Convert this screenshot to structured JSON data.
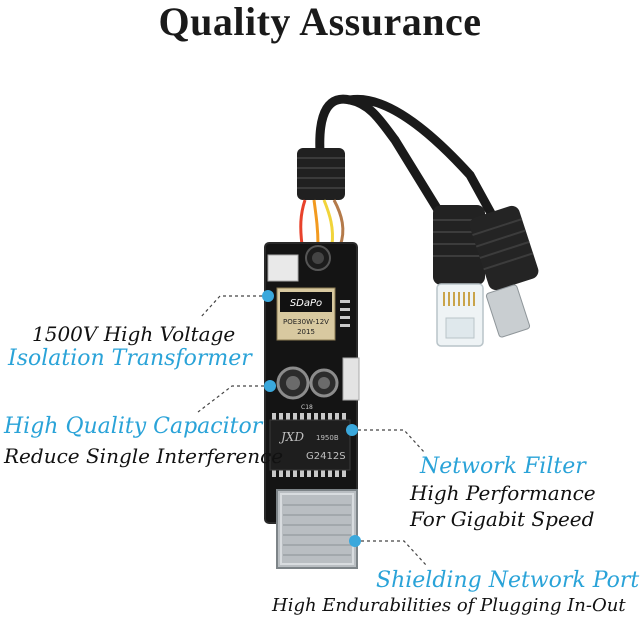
{
  "title": "Quality Assurance",
  "colors": {
    "accent": "#2aa3d8",
    "dot": "#3aa8dc"
  },
  "callouts": {
    "transformer": {
      "line1": "1500V High Voltage",
      "line2": "Isolation Transformer"
    },
    "capacitor": {
      "line1": "High Quality Capacitor",
      "line2": "Reduce Single Interference"
    },
    "filter": {
      "line1": "Network Filter",
      "line2": "High Performance",
      "line3": "For Gigabit Speed"
    },
    "port": {
      "line1": "Shielding Network Port",
      "line2": "High Endurabilities of Plugging In-Out"
    }
  },
  "board_text": {
    "brand": "SDaPo",
    "transformer_model": "POE30W-12V",
    "transformer_code": "2015",
    "filter_brand": "JXD",
    "filter_code": "1950B",
    "filter_model": "G2412S",
    "cap_label": "C18"
  }
}
